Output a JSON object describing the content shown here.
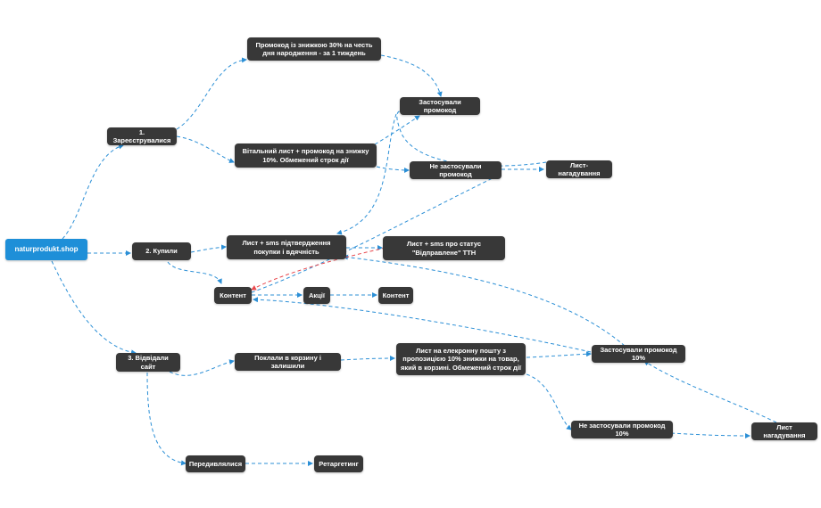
{
  "colors": {
    "node_bg": "#383838",
    "root_bg": "#1e8fd8",
    "node_text": "#ffffff",
    "edge": "#2b8fd6",
    "edge_highlight": "#e8474c"
  },
  "nodes": {
    "root": "naturprodukt.shop",
    "registered": "1. Зареєструвалися",
    "bought": "2. Купили",
    "visited": "3. Відвідали сайт",
    "birthday_promo": "Промокод із знижкою 30% на честь дня народження - за 1 тиждень",
    "welcome_letter": "Вітальний лист + промокод на знижку 10%. Обмежений строк дії",
    "applied_promo": "Застосували промокод",
    "not_applied_promo": "Не застосували промокод",
    "reminder_letter": "Лист-нагадування",
    "purchase_confirm": "Лист  + sms підтвердження покупки і вдячність",
    "shipped_status": "Лист + sms про статус \"Відправлене\" ТТН",
    "content_1": "Контент",
    "promotions": "Акції",
    "content_2": "Контент",
    "cart_abandoned": "Поклали в корзину і залишили",
    "cart_email": "Лист на елекронну пошту  з пропозицією 10% знижки на товар, який в корзині. Обмежений строк дії",
    "applied_promo_10": "Застосували промокод 10%",
    "not_applied_promo_10": "Не застосували промокод 10%",
    "reminder_letter_2": "Лист нагадування",
    "browsed": "Передивлялися",
    "retargeting": "Ретаргетинг"
  }
}
